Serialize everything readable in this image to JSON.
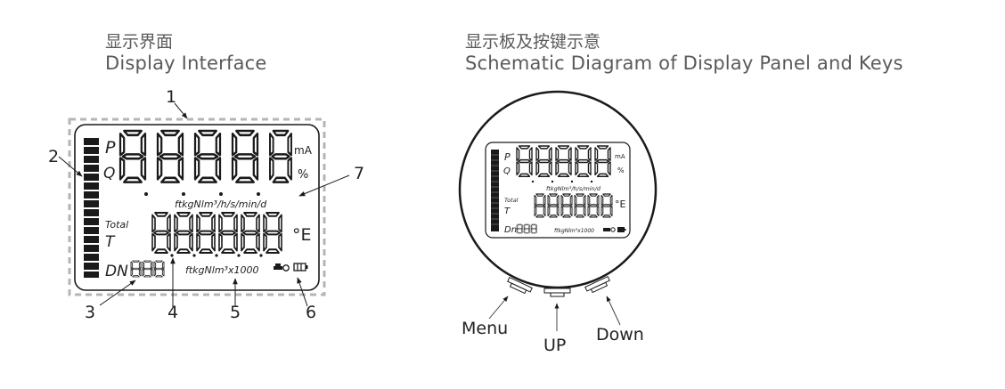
{
  "left": {
    "title_cn": "显示界面",
    "title_en": "Display Interface",
    "lcd": {
      "bar_segments": 16,
      "label_p": "P",
      "label_q": "Q",
      "main_digits": "88888",
      "unit_ma": "mA",
      "unit_pct": "%",
      "flow_units": "ftkgNlm³/h/s/min/d",
      "label_total": "Total",
      "label_t": "T",
      "total_digits": "888888",
      "unit_temp": "°E",
      "label_dn": "DN",
      "dn_digits": "888",
      "total_units": "ftkgNlm³x1000"
    },
    "callouts": [
      "1",
      "2",
      "3",
      "4",
      "5",
      "6",
      "7"
    ]
  },
  "right": {
    "title_cn": "显示板及按键示意",
    "title_en": "Schematic Diagram of Display Panel and Keys",
    "lcd": {
      "label_p": "P",
      "label_q": "Q",
      "main_digits": "88888",
      "unit_ma": "mA",
      "unit_pct": "%",
      "flow_units": "ftkgNlm³/h/s/min/d",
      "label_total": "Total",
      "label_t": "T",
      "total_digits": "888888",
      "unit_temp": "°E",
      "label_dn": "Dn",
      "dn_digits": "888",
      "total_units": "ftkgNlm³x1000"
    },
    "keys": {
      "menu": "Menu",
      "up": "UP",
      "down": "Down"
    }
  },
  "colors": {
    "ink": "#1a1a1a",
    "title": "#5a5a5a",
    "dashed_border": "#b5b5b5"
  }
}
